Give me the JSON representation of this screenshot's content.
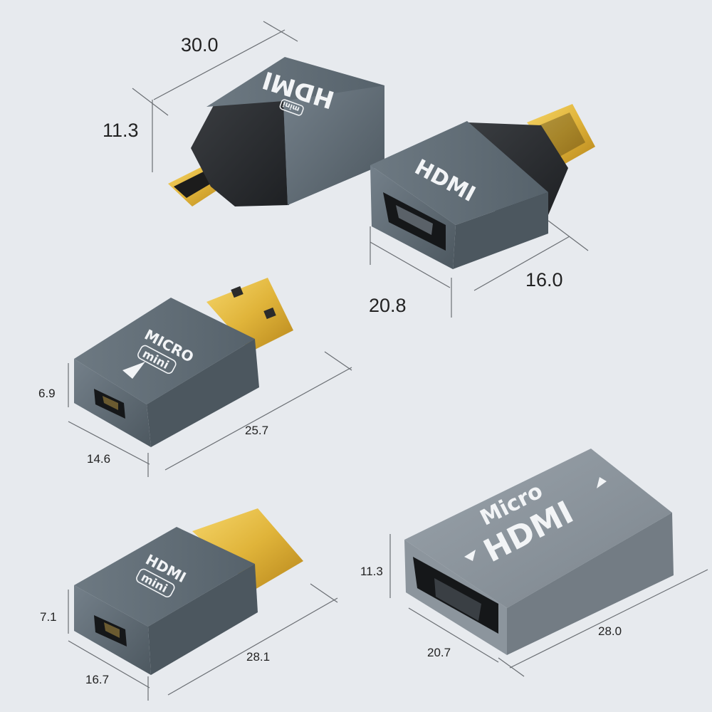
{
  "adapters": [
    {
      "id": "micro-male-to-hdmi-female",
      "dimensions": {
        "length": "30.0",
        "height": "11.3"
      },
      "labels": {
        "brand": "HDMI",
        "sub": "mini"
      }
    },
    {
      "id": "mini-male-to-hdmi-female",
      "dimensions": {
        "width": "20.8",
        "depth": "16.0"
      },
      "labels": {
        "brand": "HDMI"
      }
    },
    {
      "id": "mini-male-to-micro-female",
      "dimensions": {
        "height": "6.9",
        "width": "14.6",
        "length": "25.7"
      },
      "labels": {
        "brand": "MICRO",
        "sub": "mini"
      }
    },
    {
      "id": "hdmi-male-to-micro-female",
      "dimensions": {
        "height": "7.1",
        "width": "16.7",
        "length": "28.1"
      },
      "labels": {
        "brand": "HDMI",
        "sub": "mini"
      }
    },
    {
      "id": "micro-to-hdmi-coupler",
      "dimensions": {
        "height": "11.3",
        "width": "20.7",
        "length": "28.0"
      },
      "labels": {
        "top": "Micro",
        "brand": "HDMI"
      }
    }
  ],
  "colors": {
    "background": "#e7eaee",
    "shell": "#5f6b74",
    "connector_gold": "#e0b43a",
    "boot": "#2b2d30"
  }
}
